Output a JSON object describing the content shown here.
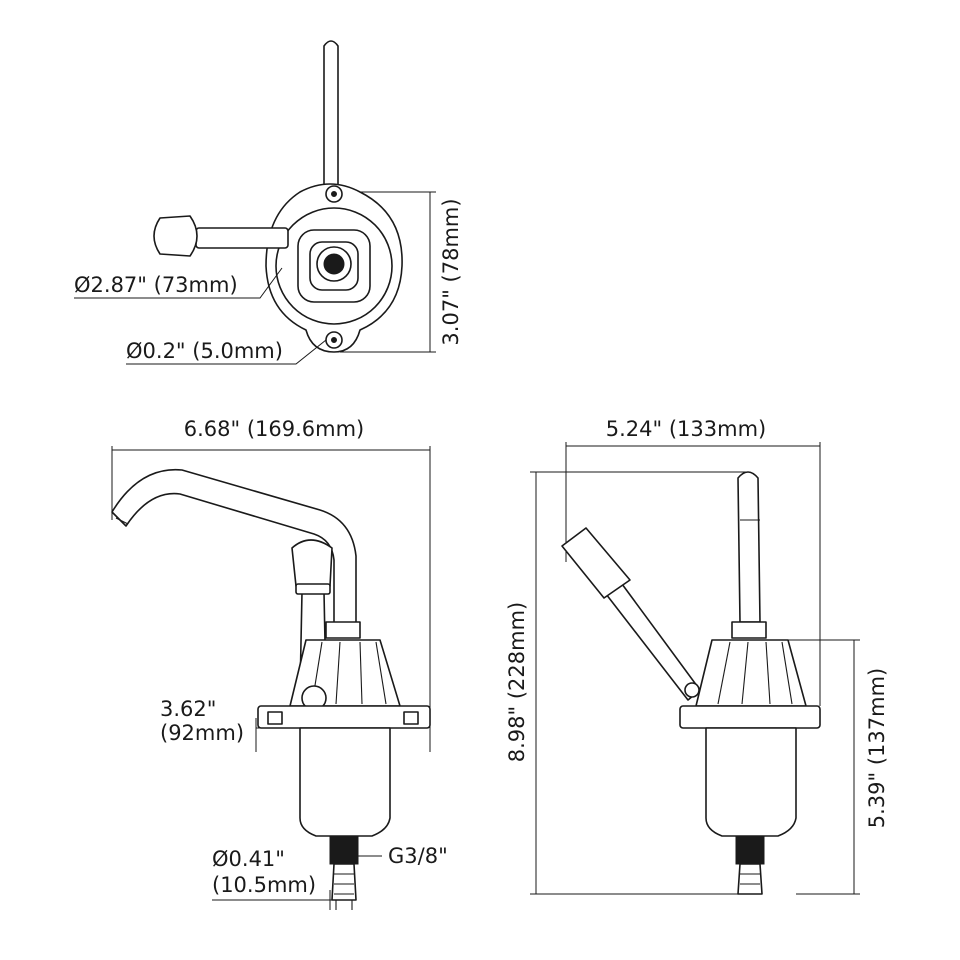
{
  "top_view": {
    "body_diameter": "Ø2.87\" (73mm)",
    "hole_diameter": "Ø0.2\" (5.0mm)",
    "body_depth": "3.07\" (78mm)"
  },
  "side_view": {
    "overall_length": "6.68\" (169.6mm)",
    "below_deck_line1": "3.62\"",
    "below_deck_line2": "(92mm)",
    "hose_line1": "Ø0.41\"",
    "hose_line2": "(10.5mm)",
    "thread": "G3/8\""
  },
  "front_view": {
    "overall_width": "5.24\" (133mm)",
    "overall_height": "8.98\" (228mm)",
    "lower_height": "5.39\" (137mm)"
  }
}
